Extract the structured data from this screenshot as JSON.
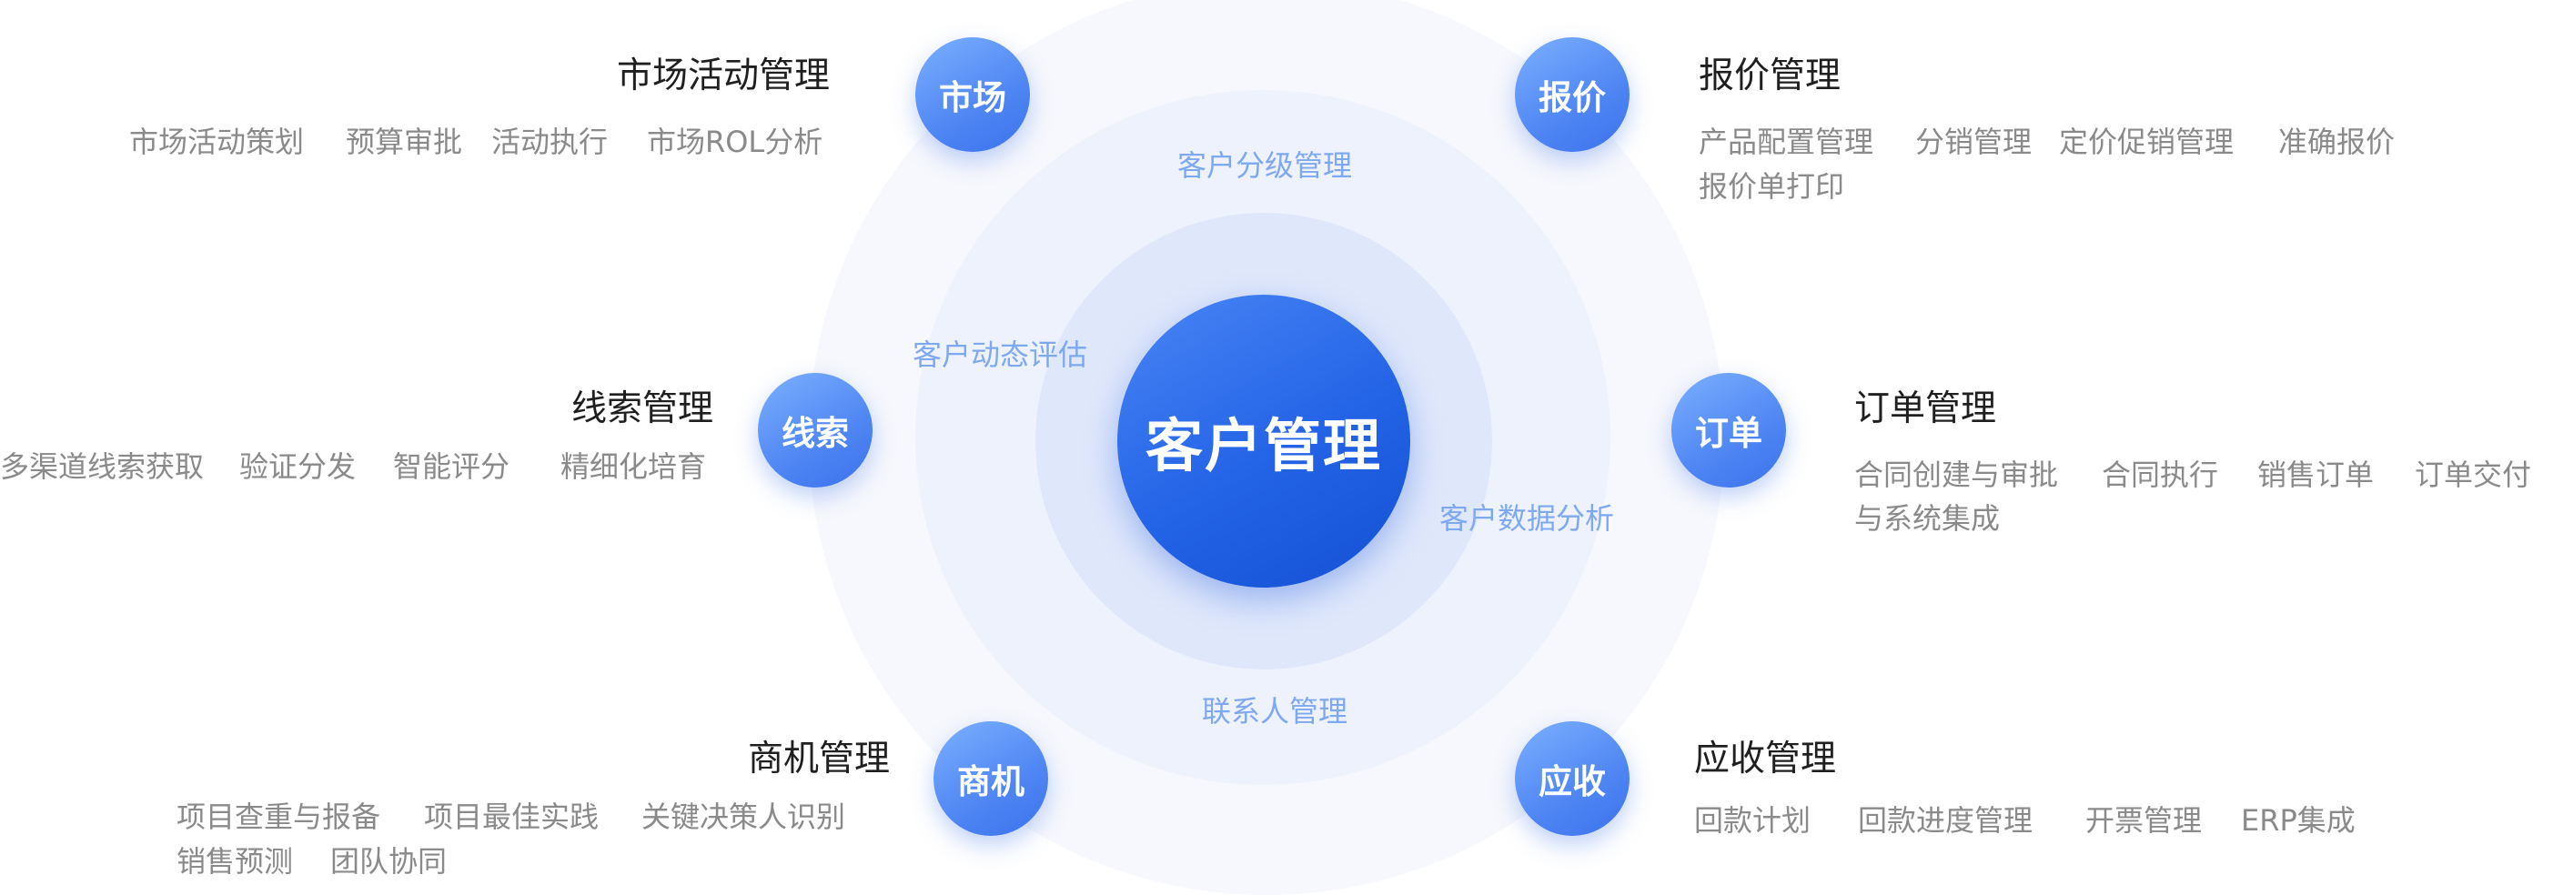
{
  "center": {
    "label": "客户管理"
  },
  "ring_labels": {
    "top": "客户分级管理",
    "left": "客户动态评估",
    "right": "客户数据分析",
    "bottom": "联系人管理"
  },
  "nodes": {
    "market": {
      "label": "市场",
      "title": "市场活动管理",
      "items": [
        "市场活动策划",
        "预算审批",
        "活动执行",
        "市场ROL分析"
      ]
    },
    "quote": {
      "label": "报价",
      "title": "报价管理",
      "items": [
        "产品配置管理",
        "分销管理",
        "定价促销管理",
        "准确报价",
        "报价单打印"
      ]
    },
    "lead": {
      "label": "线索",
      "title": "线索管理",
      "items": [
        "多渠道线索获取",
        "验证分发",
        "智能评分",
        "精细化培育"
      ]
    },
    "order": {
      "label": "订单",
      "title": "订单管理",
      "items": [
        "合同创建与审批",
        "合同执行",
        "销售订单",
        "订单交付",
        "与系统集成"
      ]
    },
    "opp": {
      "label": "商机",
      "title": "商机管理",
      "items": [
        "项目查重与报备",
        "项目最佳实践",
        "关键决策人识别",
        "销售预测",
        "团队协同"
      ]
    },
    "recv": {
      "label": "应收",
      "title": "应收管理",
      "items": [
        "回款计划",
        "回款进度管理",
        "开票管理",
        "ERP集成"
      ]
    }
  },
  "colors": {
    "core": "#2363e6",
    "node": "#4f86f3",
    "ring_text": "#7ea8ef",
    "title_text": "#1f1f1f",
    "desc_text": "#8a8a8a"
  }
}
